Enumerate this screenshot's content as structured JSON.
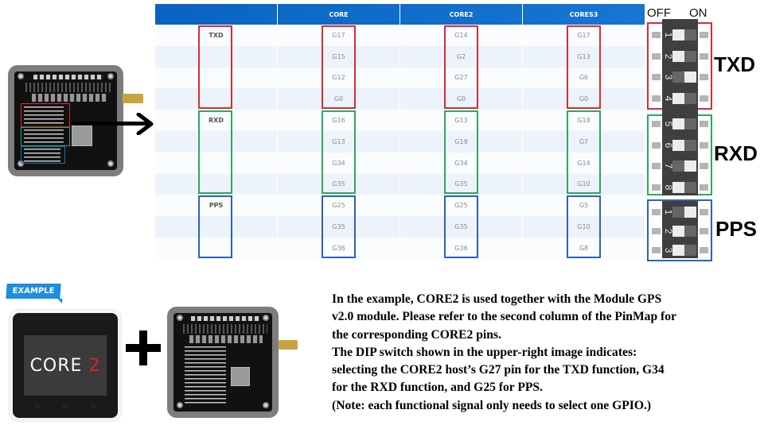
{
  "pinmap": {
    "headers": [
      "",
      "CORE",
      "CORE2",
      "CORES3"
    ],
    "rows": [
      {
        "func": "TXD",
        "core": "G17",
        "core2": "G14",
        "cores3": "G17"
      },
      {
        "func": "",
        "core": "G15",
        "core2": "G2",
        "cores3": "G13"
      },
      {
        "func": "",
        "core": "G12",
        "core2": "G27",
        "cores3": "G6"
      },
      {
        "func": "",
        "core": "G0",
        "core2": "G0",
        "cores3": "G0"
      },
      {
        "func": "RXD",
        "core": "G16",
        "core2": "G13",
        "cores3": "G18"
      },
      {
        "func": "",
        "core": "G13",
        "core2": "G19",
        "cores3": "G7"
      },
      {
        "func": "",
        "core": "G34",
        "core2": "G34",
        "cores3": "G14"
      },
      {
        "func": "",
        "core": "G35",
        "core2": "G35",
        "cores3": "G10"
      },
      {
        "func": "PPS",
        "core": "G25",
        "core2": "G25",
        "cores3": "G5"
      },
      {
        "func": "",
        "core": "G35",
        "core2": "G35",
        "cores3": "G10"
      },
      {
        "func": "",
        "core": "G36",
        "core2": "G36",
        "cores3": "G8"
      }
    ],
    "group_colors": {
      "TXD": "#d92b34",
      "RXD": "#2aa860",
      "PPS": "#2a62c0"
    }
  },
  "dip_switch": {
    "off_label": "OFF",
    "on_label": "ON",
    "groups": [
      {
        "label": "TXD",
        "color": "#d92b34",
        "switches": [
          {
            "num": "1",
            "state": "off"
          },
          {
            "num": "2",
            "state": "off"
          },
          {
            "num": "3",
            "state": "on"
          },
          {
            "num": "4",
            "state": "off"
          }
        ]
      },
      {
        "label": "RXD",
        "color": "#2aa860",
        "switches": [
          {
            "num": "5",
            "state": "off"
          },
          {
            "num": "6",
            "state": "off"
          },
          {
            "num": "7",
            "state": "on"
          },
          {
            "num": "8",
            "state": "off"
          }
        ]
      },
      {
        "label": "PPS",
        "color": "#2a62c0",
        "switches": [
          {
            "num": "1",
            "state": "on"
          },
          {
            "num": "2",
            "state": "off"
          },
          {
            "num": "3",
            "state": "off"
          }
        ]
      }
    ]
  },
  "example": {
    "badge": "EXAMPLE",
    "device_label_main": "CORE ",
    "device_label_accent": "2",
    "accent_color": "#d8242c"
  },
  "description": {
    "lines": [
      "In the example, CORE2 is used together with the Module GPS",
      "v2.0 module. Please refer to the second column of the PinMap for",
      "the corresponding CORE2 pins.",
      "The DIP switch shown in the upper-right image indicates:",
      "selecting the CORE2 host’s G27 pin for the TXD function, G34",
      "for the RXD function, and G25 for PPS.",
      "(Note: each functional signal only needs to select one GPIO.)"
    ]
  }
}
